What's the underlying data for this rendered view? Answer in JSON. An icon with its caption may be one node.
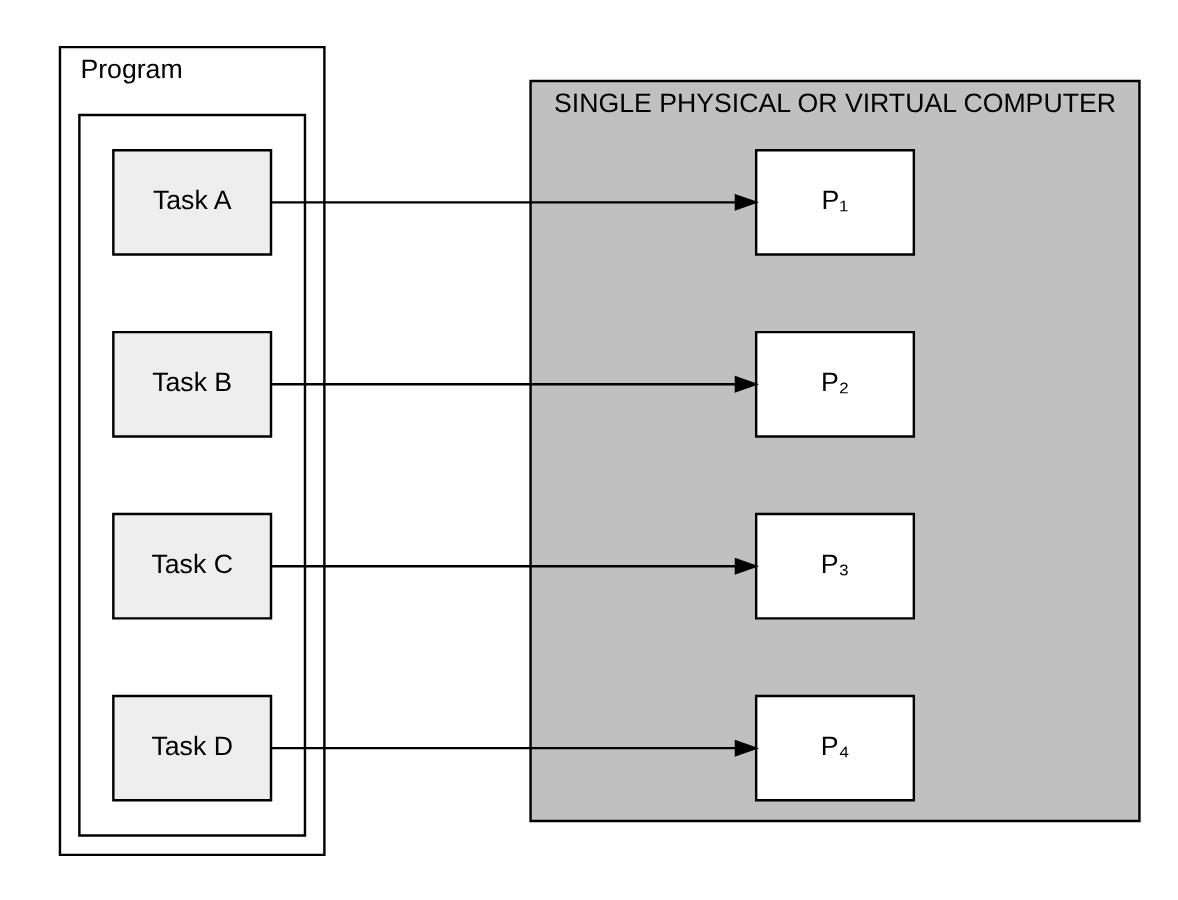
{
  "diagram": {
    "nodes": [
      {
        "text": [
          "Program"
        ]
      },
      {
        "text": [],
        "shape": "box",
        "in": 0
      },
      {
        "text": [
          "Task A"
        ],
        "in": 1
      },
      {
        "text": [
          "Task B"
        ],
        "in": 1
      },
      {
        "text": [
          "Task C"
        ],
        "in": 1
      },
      {
        "text": [
          "Task D"
        ],
        "in": 1
      },
      {
        "text": [
          "SINGLE PHYSICAL OR VIRTUAL COMPUTER"
        ]
      },
      {
        "text": [
          "P₁"
        ],
        "in": 6
      },
      {
        "text": [
          "P₂"
        ],
        "in": 6
      },
      {
        "text": [
          "P₃"
        ],
        "in": 6
      },
      {
        "text": [
          "P₄"
        ],
        "in": 6
      }
    ],
    "edges": [
      {
        "from": 2,
        "to": 7,
        "arrow": "to"
      },
      {
        "from": 3,
        "to": 8,
        "arrow": "to"
      },
      {
        "from": 4,
        "to": 9,
        "arrow": "to"
      },
      {
        "from": 5,
        "to": 10,
        "arrow": "to"
      }
    ]
  }
}
